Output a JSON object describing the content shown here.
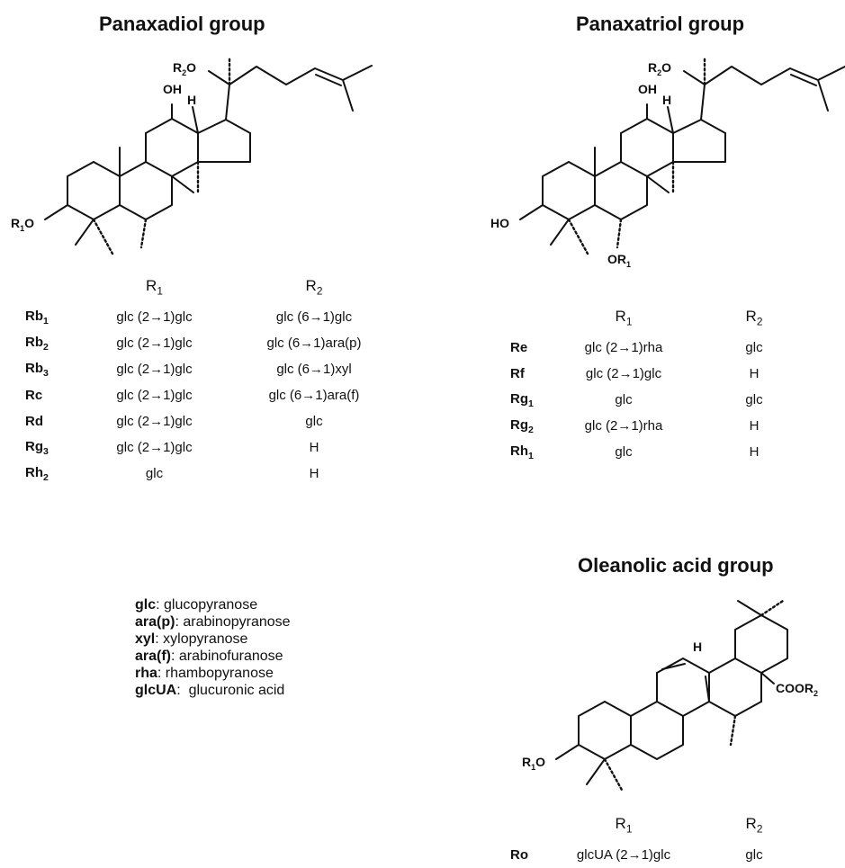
{
  "panaxadiol": {
    "title": "Panaxadiol group",
    "labels": {
      "r2o": "R2O",
      "oh": "OH",
      "h": "H",
      "r1o": "R1O"
    },
    "header": {
      "r1": "R1",
      "r2": "R2"
    },
    "rows": [
      {
        "name": "Rb1",
        "r1": "glc (2→1)glc",
        "r2": "glc (6→1)glc"
      },
      {
        "name": "Rb2",
        "r1": "glc (2→1)glc",
        "r2": "glc (6→1)ara(p)"
      },
      {
        "name": "Rb3",
        "r1": "glc (2→1)glc",
        "r2": "glc (6→1)xyl"
      },
      {
        "name": "Rc",
        "r1": "glc (2→1)glc",
        "r2": "glc (6→1)ara(f)"
      },
      {
        "name": "Rd",
        "r1": "glc (2→1)glc",
        "r2": "glc"
      },
      {
        "name": "Rg3",
        "r1": "glc (2→1)glc",
        "r2": "H"
      },
      {
        "name": "Rh2",
        "r1": "glc",
        "r2": "H"
      }
    ]
  },
  "panaxatriol": {
    "title": "Panaxatriol group",
    "labels": {
      "r2o": "R2O",
      "oh": "OH",
      "h": "H",
      "ho": "HO",
      "or1": "OR1"
    },
    "header": {
      "r1": "R1",
      "r2": "R2"
    },
    "rows": [
      {
        "name": "Re",
        "r1": "glc (2→1)rha",
        "r2": "glc"
      },
      {
        "name": "Rf",
        "r1": "glc (2→1)glc",
        "r2": "H"
      },
      {
        "name": "Rg1",
        "r1": "glc",
        "r2": "glc"
      },
      {
        "name": "Rg2",
        "r1": "glc (2→1)rha",
        "r2": "H"
      },
      {
        "name": "Rh1",
        "r1": "glc",
        "r2": "H"
      }
    ]
  },
  "oleanolic": {
    "title": "Oleanolic acid group",
    "labels": {
      "h": "H",
      "coor2": "COOR2",
      "r1o": "R1O"
    },
    "header": {
      "r1": "R1",
      "r2": "R2"
    },
    "rows": [
      {
        "name": "Ro",
        "r1": "glcUA (2→1)glc",
        "r2": "glc"
      }
    ]
  },
  "legend": [
    {
      "abbr": "glc",
      "desc": ": glucopyranose"
    },
    {
      "abbr": "ara(p)",
      "desc": ": arabinopyranose"
    },
    {
      "abbr": "xyl",
      "desc": ": xylopyranose"
    },
    {
      "abbr": "ara(f)",
      "desc": ": arabinofuranose"
    },
    {
      "abbr": "rha",
      "desc": ": rhambopyranose"
    },
    {
      "abbr": "glcUA",
      "desc": ":  glucuronic acid"
    }
  ]
}
